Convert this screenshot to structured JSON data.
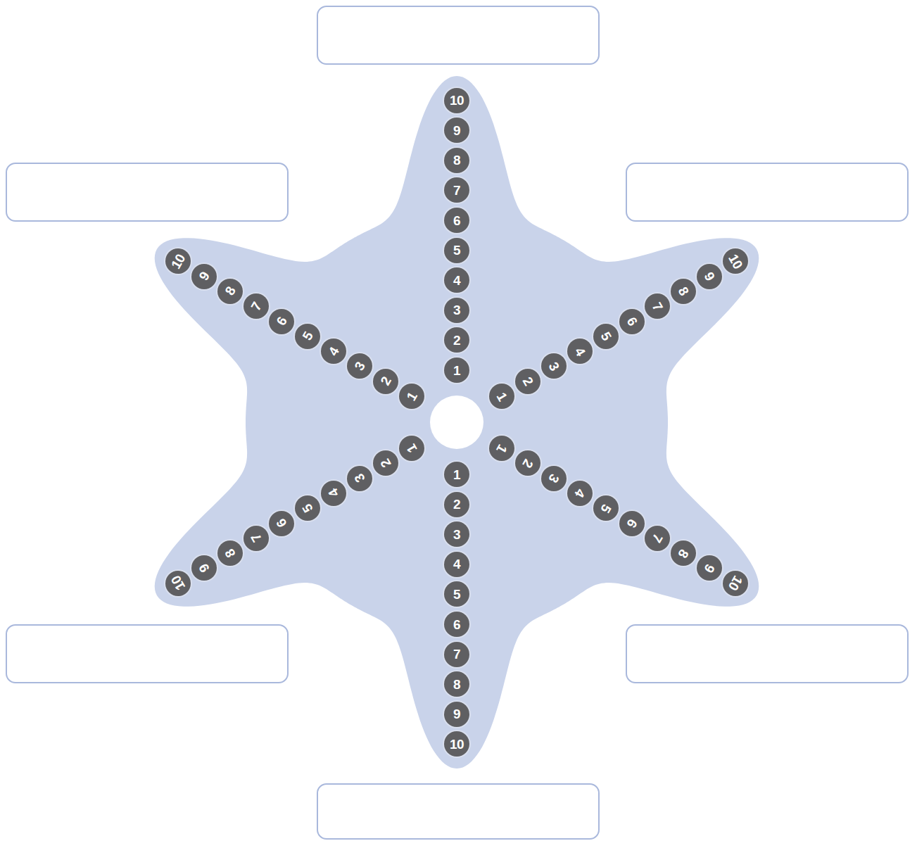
{
  "diagram": {
    "nodes": [
      {
        "text": [
          "1"
        ]
      },
      {
        "text": [
          "2"
        ]
      },
      {
        "text": [
          "3"
        ]
      },
      {
        "text": [
          "4"
        ]
      },
      {
        "text": [
          "5"
        ]
      },
      {
        "text": [
          "6"
        ]
      },
      {
        "text": [
          "7"
        ]
      },
      {
        "text": [
          "8"
        ]
      },
      {
        "text": [
          "9"
        ]
      },
      {
        "text": [
          "10"
        ]
      },
      {
        "text": [
          "1"
        ]
      },
      {
        "text": [
          "2"
        ]
      },
      {
        "text": [
          "3"
        ]
      },
      {
        "text": [
          "4"
        ]
      },
      {
        "text": [
          "5"
        ]
      },
      {
        "text": [
          "6"
        ]
      },
      {
        "text": [
          "7"
        ]
      },
      {
        "text": [
          "8"
        ]
      },
      {
        "text": [
          "9"
        ]
      },
      {
        "text": [
          "10"
        ]
      },
      {
        "text": [
          "1"
        ]
      },
      {
        "text": [
          "2"
        ]
      },
      {
        "text": [
          "3"
        ]
      },
      {
        "text": [
          "4"
        ]
      },
      {
        "text": [
          "5"
        ]
      },
      {
        "text": [
          "6"
        ]
      },
      {
        "text": [
          "7"
        ]
      },
      {
        "text": [
          "8"
        ]
      },
      {
        "text": [
          "9"
        ]
      },
      {
        "text": [
          "10"
        ]
      },
      {
        "text": [
          "1"
        ]
      },
      {
        "text": [
          "2"
        ]
      },
      {
        "text": [
          "3"
        ]
      },
      {
        "text": [
          "4"
        ]
      },
      {
        "text": [
          "5"
        ]
      },
      {
        "text": [
          "6"
        ]
      },
      {
        "text": [
          "7"
        ]
      },
      {
        "text": [
          "8"
        ]
      },
      {
        "text": [
          "9"
        ]
      },
      {
        "text": [
          "10"
        ]
      },
      {
        "text": [
          "1"
        ]
      },
      {
        "text": [
          "2"
        ]
      },
      {
        "text": [
          "3"
        ]
      },
      {
        "text": [
          "4"
        ]
      },
      {
        "text": [
          "5"
        ]
      },
      {
        "text": [
          "6"
        ]
      },
      {
        "text": [
          "7"
        ]
      },
      {
        "text": [
          "8"
        ]
      },
      {
        "text": [
          "9"
        ]
      },
      {
        "text": [
          "10"
        ]
      },
      {
        "text": [
          "1"
        ]
      },
      {
        "text": [
          "2"
        ]
      },
      {
        "text": [
          "3"
        ]
      },
      {
        "text": [
          "4"
        ]
      },
      {
        "text": [
          "5"
        ]
      },
      {
        "text": [
          "6"
        ]
      },
      {
        "text": [
          "7"
        ]
      },
      {
        "text": [
          "8"
        ]
      },
      {
        "text": [
          "9"
        ]
      },
      {
        "text": [
          "10"
        ]
      }
    ]
  }
}
